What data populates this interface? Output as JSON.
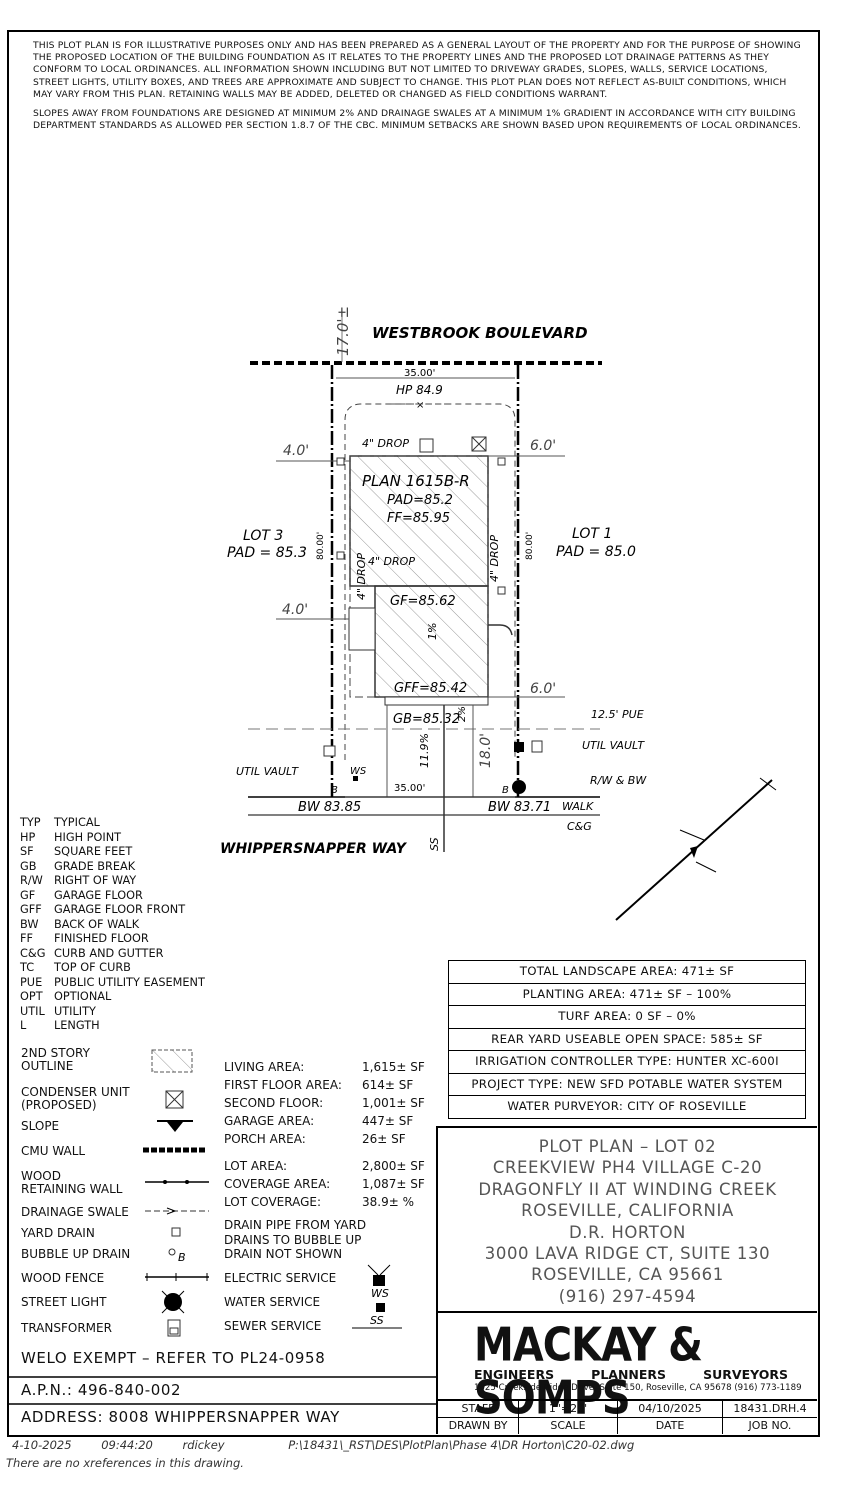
{
  "notes": [
    "THIS PLOT PLAN IS FOR ILLUSTRATIVE PURPOSES ONLY AND HAS BEEN PREPARED AS A GENERAL LAYOUT OF THE PROPERTY AND FOR THE PURPOSE OF SHOWING THE PROPOSED LOCATION OF THE BUILDING FOUNDATION AS IT RELATES TO THE PROPERTY LINES AND THE PROPOSED LOT DRAINAGE PATTERNS AS THEY CONFORM TO LOCAL ORDINANCES. ALL INFORMATION SHOWN INCLUDING BUT NOT LIMITED TO DRIVEWAY GRADES, SLOPES, WALLS, SERVICE LOCATIONS, STREET LIGHTS, UTILITY BOXES, AND TREES ARE APPROXIMATE AND SUBJECT TO CHANGE. THIS PLOT PLAN DOES NOT REFLECT AS-BUILT CONDITIONS, WHICH MAY VARY FROM THIS PLAN. RETAINING WALLS MAY BE ADDED, DELETED OR CHANGED AS FIELD CONDITIONS WARRANT.",
    "SLOPES AWAY FROM FOUNDATIONS ARE DESIGNED AT MINIMUM 2% AND DRAINAGE SWALES AT A MINIMUM 1% GRADIENT IN ACCORDANCE WITH CITY BUILDING DEPARTMENT STANDARDS AS ALLOWED PER SECTION 1.8.7 OF THE CBC. MINIMUM SETBACKS ARE SHOWN BASED UPON REQUIREMENTS OF LOCAL ORDINANCES."
  ],
  "plan": {
    "street_top": "WESTBROOK BOULEVARD",
    "street_bottom": "WHIPPERSNAPPER WAY",
    "dim_17": "17.0'±",
    "width_top": "35.00'",
    "width_bottom": "35.00'",
    "hp": "HP 84.9",
    "drop": "4\" DROP",
    "plan_name": "PLAN 1615B-R",
    "pad": "PAD=85.2",
    "ff": "FF=85.95",
    "gf": "GF=85.62",
    "gff": "GFF=85.42",
    "gb": "GB=85.32",
    "slope_pct": "1%",
    "slope_2pct": "2%",
    "drive_slope": "11.9%",
    "drive_len": "18.0'",
    "setback_left_top": "4.0'",
    "setback_left_mid": "4.0'",
    "setback_right_top": "6.0'",
    "setback_right_bottom": "6.0'",
    "depth_left": "80.00'",
    "depth_right": "80.00'",
    "lot3_name": "LOT 3",
    "lot3_pad": "PAD = 85.3",
    "lot1_name": "LOT 1",
    "lot1_pad": "PAD = 85.0",
    "pue": "12.5' PUE",
    "util_vault": "UTIL VAULT",
    "rw_bw": "R/W & BW",
    "walk": "WALK",
    "cg": "C&G",
    "ws": "WS",
    "b": "B",
    "bw_left": "BW 83.85",
    "bw_right": "BW 83.71",
    "ss": "SS"
  },
  "abbreviations": [
    {
      "k": "TYP",
      "v": "TYPICAL"
    },
    {
      "k": "HP",
      "v": "HIGH POINT"
    },
    {
      "k": "SF",
      "v": "SQUARE FEET"
    },
    {
      "k": "GB",
      "v": "GRADE BREAK"
    },
    {
      "k": "R/W",
      "v": "RIGHT OF WAY"
    },
    {
      "k": "GF",
      "v": "GARAGE FLOOR"
    },
    {
      "k": "GFF",
      "v": "GARAGE FLOOR FRONT"
    },
    {
      "k": "BW",
      "v": "BACK OF WALK"
    },
    {
      "k": "FF",
      "v": "FINISHED FLOOR"
    },
    {
      "k": "C&G",
      "v": "CURB AND GUTTER"
    },
    {
      "k": "TC",
      "v": "TOP OF CURB"
    },
    {
      "k": "PUE",
      "v": "PUBLIC UTILITY EASEMENT"
    },
    {
      "k": "OPT",
      "v": "OPTIONAL"
    },
    {
      "k": "UTIL",
      "v": "UTILITY"
    },
    {
      "k": "L",
      "v": "LENGTH"
    }
  ],
  "legend": {
    "second_story": "2ND STORY\nOUTLINE",
    "condenser": "CONDENSER UNIT\n(PROPOSED)",
    "slope": "SLOPE",
    "cmu": "CMU WALL",
    "wood_retaining": "WOOD\nRETAINING WALL",
    "swale": "DRAINAGE SWALE",
    "yard_drain": "YARD DRAIN",
    "bubble_up": "BUBBLE UP DRAIN",
    "wood_fence": "WOOD FENCE",
    "street_light": "STREET LIGHT",
    "transformer": "TRANSFORMER",
    "bubble_b": "B"
  },
  "areas": {
    "living": {
      "k": "LIVING AREA:",
      "v": "1,615± SF"
    },
    "first": {
      "k": "FIRST FLOOR AREA:",
      "v": "614± SF"
    },
    "second": {
      "k": "SECOND FLOOR:",
      "v": "1,001± SF"
    },
    "garage": {
      "k": "GARAGE AREA:",
      "v": "447± SF"
    },
    "porch": {
      "k": "PORCH AREA:",
      "v": "26± SF"
    },
    "lot": {
      "k": "LOT AREA:",
      "v": "2,800± SF"
    },
    "coverage": {
      "k": "COVERAGE AREA:",
      "v": "1,087± SF"
    },
    "lot_cov": {
      "k": "LOT COVERAGE:",
      "v": "38.9± %"
    }
  },
  "drain_note": "DRAIN PIPE FROM YARD\nDRAINS TO BUBBLE UP\nDRAIN NOT SHOWN",
  "services": {
    "electric": "ELECTRIC SERVICE",
    "water": "WATER SERVICE",
    "sewer": "SEWER SERVICE",
    "ws": "WS",
    "ss": "SS"
  },
  "landscape": [
    "TOTAL LANDSCAPE AREA: 471± SF",
    "PLANTING AREA: 471± SF – 100%",
    "TURF AREA: 0 SF – 0%",
    "REAR YARD USEABLE OPEN SPACE: 585± SF",
    "IRRIGATION CONTROLLER TYPE: HUNTER XC-600I",
    "PROJECT TYPE: NEW SFD POTABLE WATER SYSTEM",
    "WATER PURVEYOR: CITY OF ROSEVILLE"
  ],
  "title_block": [
    "PLOT PLAN – LOT 02",
    "CREEKVIEW PH4 VILLAGE C-20",
    "DRAGONFLY II AT WINDING CREEK",
    "ROSEVILLE, CALIFORNIA",
    "D.R. HORTON",
    "3000 LAVA RIDGE CT, SUITE 130",
    "ROSEVILLE, CA 95661",
    "(916) 297-4594"
  ],
  "firm": {
    "name": "MACKAY & SOMPS",
    "engineers": "ENGINEERS",
    "planners": "PLANNERS",
    "surveyors": "SURVEYORS",
    "address": "1025 Creekside Ridge Drive, Suite 150, Roseville, CA 95678 (916) 773-1189"
  },
  "cells": [
    {
      "v": "STAFF",
      "h": "DRAWN BY"
    },
    {
      "v": "1\"=20'",
      "h": "SCALE"
    },
    {
      "v": "04/10/2025",
      "h": "DATE"
    },
    {
      "v": "18431.DRH.4",
      "h": "JOB NO."
    }
  ],
  "welo": "WELO EXEMPT – REFER TO PL24-0958",
  "apn": "A.P.N.: 496-840-002",
  "address": "ADDRESS: 8008 WHIPPERSNAPPER WAY",
  "footer": {
    "date": "4-10-2025",
    "time": "09:44:20",
    "user": "rdickey",
    "path": "P:\\18431\\_RST\\DES\\PlotPlan\\Phase 4\\DR Horton\\C20-02.dwg",
    "xref": "There are no xreferences in this drawing."
  }
}
